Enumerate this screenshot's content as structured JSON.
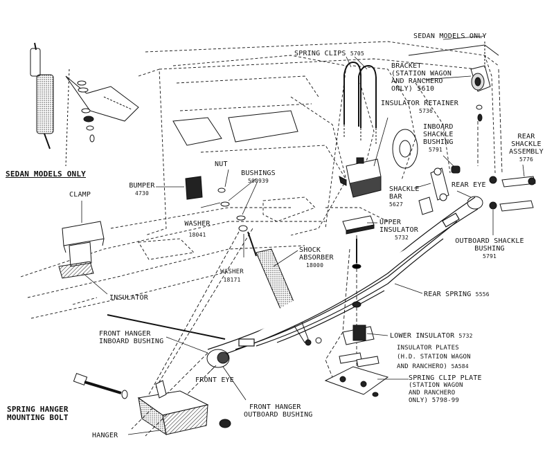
{
  "labels": {
    "sedan_only_top": "SEDAN MODELS ONLY",
    "sedan_only_left": "SEDAN MODELS ONLY",
    "spring_clips": "SPRING CLIPS",
    "spring_clips_num": "5705",
    "bracket": [
      "BRACKET",
      "(STATION WAGON",
      "AND RANCHERO",
      "ONLY) 5610"
    ],
    "insulator_retainer": "INSULATOR RETAINER",
    "insulator_retainer_num": "5736",
    "inboard_shackle": [
      "INBOARD",
      "SHACKLE",
      "BUSHING"
    ],
    "inboard_shackle_num": "5791",
    "rear_shackle": [
      "REAR",
      "SHACKLE",
      "ASSEMBLY"
    ],
    "rear_shackle_num": "5776",
    "nut": "NUT",
    "bushings": "BUSHINGS",
    "bushings_num": "500939",
    "bumper": "BUMPER",
    "bumper_num": "4730",
    "washer1": "WASHER",
    "washer1_num": "18041",
    "clamp": "CLAMP",
    "shackle_bar": [
      "SHACKLE",
      "BAR"
    ],
    "shackle_bar_num": "5627",
    "rear_eye": "REAR EYE",
    "upper_insulator": [
      "UPPER",
      "INSULATOR"
    ],
    "upper_insulator_num": "5732",
    "outboard_shackle": [
      "OUTBOARD SHACKLE",
      "BUSHING"
    ],
    "outboard_shackle_num": "5791",
    "shock_absorber": [
      "SHOCK",
      "ABSORBER"
    ],
    "shock_absorber_num": "18000",
    "washer2": "WASHER",
    "washer2_num": "18171",
    "insulator": "INSULATOR",
    "rear_spring": "REAR SPRING",
    "rear_spring_num": "5556",
    "front_hanger_inboard": [
      "FRONT HANGER",
      "INBOARD BUSHING"
    ],
    "lower_insulator": "LOWER INSULATOR",
    "lower_insulator_num": "5732",
    "insulator_plates": [
      "INSULATOR PLATES",
      "(H.D. STATION WAGON",
      "AND RANCHERO)"
    ],
    "insulator_plates_num": "5A584",
    "front_eye": "FRONT EYE",
    "spring_clip_plate": "SPRING CLIP PLATE",
    "spring_clip_plate_sub": [
      "(STATION WAGON",
      "AND RANCHERO"
    ],
    "spring_clip_plate_num": "ONLY) 5798-99",
    "front_hanger_outboard": [
      "FRONT  HANGER",
      "OUTBOARD BUSHING"
    ],
    "spring_hanger_bolt": [
      "SPRING HANGER",
      "MOUNTING BOLT"
    ],
    "hanger": "HANGER"
  },
  "colors": {
    "ink": "#111111",
    "paper": "#ffffff",
    "shade": "#555555"
  }
}
